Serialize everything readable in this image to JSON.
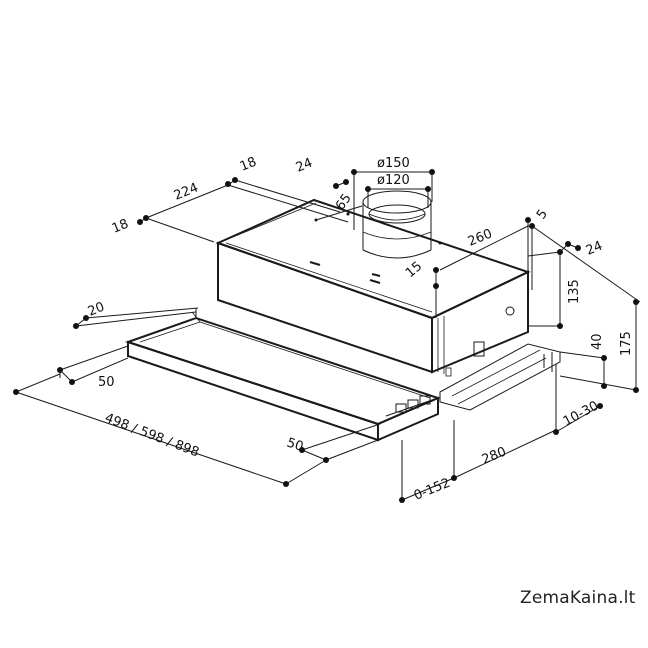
{
  "dimensions": {
    "d18_top": "18",
    "d224": "224",
    "d18_left": "18",
    "d24_top": "24",
    "d150": "ø150",
    "d120": "ø120",
    "d65": "65",
    "d5": "5",
    "d260": "260",
    "d15": "15",
    "d24_right": "24",
    "d135": "135",
    "d175": "175",
    "d40": "40",
    "d20": "20",
    "d50_left": "50",
    "d498": "498 / 598 / 898",
    "d50_bottom": "50",
    "d10_30": "10-30",
    "d280": "280",
    "d0_152": "0-152"
  },
  "watermark": "ZemaKaina.lt",
  "colors": {
    "line": "#1a1a1a",
    "background": "#ffffff"
  }
}
